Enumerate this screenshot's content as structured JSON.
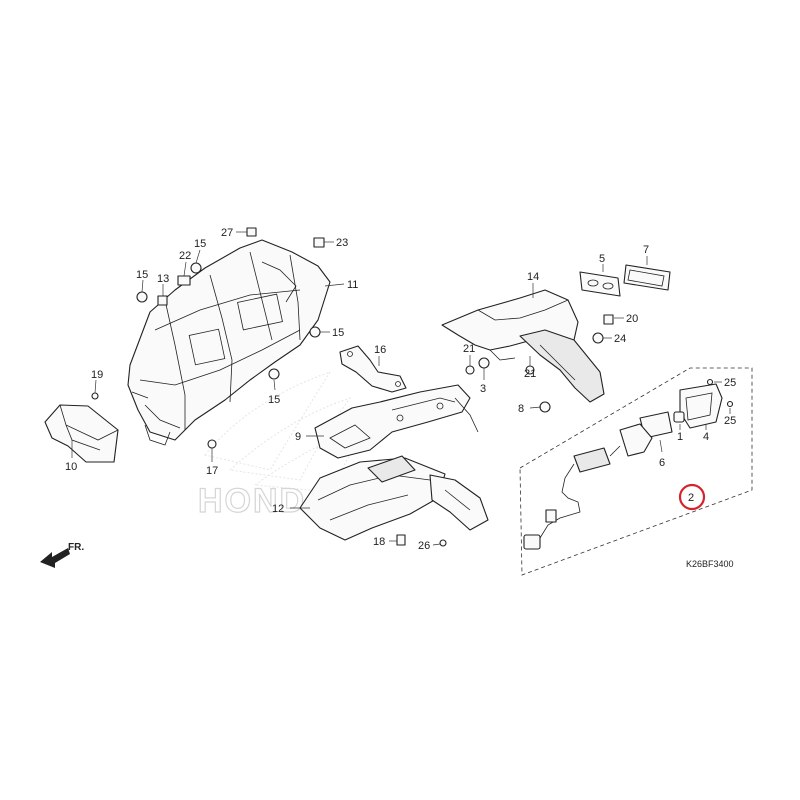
{
  "diagram": {
    "drawing_code": "K26BF3400",
    "watermark": "HONDA",
    "direction_label": "FR.",
    "highlighted_callout": "2",
    "callouts": {
      "c1": "1",
      "c2": "2",
      "c3": "3",
      "c4": "4",
      "c5": "5",
      "c6": "6",
      "c7": "7",
      "c8": "8",
      "c9": "9",
      "c10": "10",
      "c11": "11",
      "c12": "12",
      "c13": "13",
      "c14": "14",
      "c15a": "15",
      "c15b": "15",
      "c15c": "15",
      "c15d": "15",
      "c16": "16",
      "c17": "17",
      "c18": "18",
      "c19": "19",
      "c20": "20",
      "c21a": "21",
      "c21b": "21",
      "c22": "22",
      "c23": "23",
      "c24": "24",
      "c25a": "25",
      "c25b": "25",
      "c26": "26",
      "c27": "27"
    },
    "colors": {
      "line": "#222222",
      "highlight": "#d2242a",
      "watermark": "#d6d6d6"
    }
  }
}
